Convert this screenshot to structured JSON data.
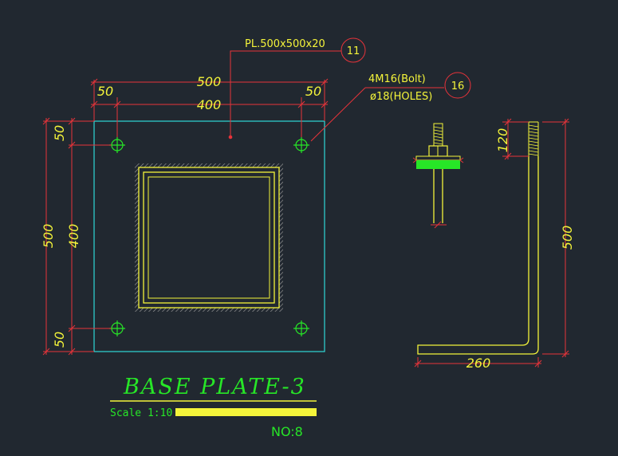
{
  "plate_label": "PL.500x500x20",
  "plate_tag": "11",
  "bolt_label": "4M16(Bolt)",
  "holes_label": "ø18(HOLES)",
  "bolt_tag": "16",
  "dims": {
    "top_left_edge": "50",
    "top_overall": "500",
    "top_right_edge": "50",
    "top_inner": "400",
    "left_top_edge": "50",
    "left_overall": "500",
    "left_inner": "400",
    "left_bottom_edge": "50",
    "bolt_thread": "120",
    "bolt_length": "500",
    "bolt_hook": "260"
  },
  "title": "BASE PLATE-3",
  "scale": "Scale 1:10",
  "number": "NO:8",
  "colors": {
    "background": "#212830",
    "dimension_line": "#e8333a",
    "plate_outline": "#2fd8d8",
    "text_yellow": "#f4f43a",
    "title_green": "#27e627",
    "hatch_gray": "#9a9a9a"
  }
}
